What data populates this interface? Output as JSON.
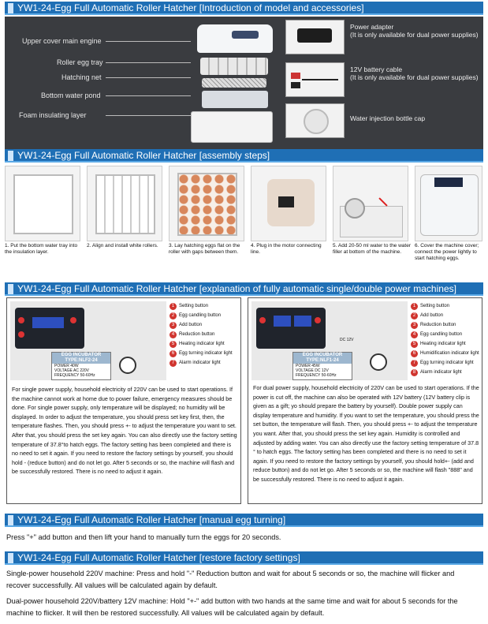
{
  "sections": {
    "intro_title": "YW1-24-Egg Full Automatic Roller Hatcher [Introduction of model and accessories]",
    "steps_title": "YW1-24-Egg Full Automatic Roller Hatcher [assembly steps]",
    "power_title": "YW1-24-Egg Full Automatic Roller Hatcher [explanation of fully automatic single/double power machines]",
    "manual_title": "YW1-24-Egg Full Automatic Roller Hatcher [manual egg turning]",
    "restore_title": "YW1-24-Egg Full Automatic Roller Hatcher [restore factory settings]"
  },
  "intro": {
    "parts": [
      "Upper cover main engine",
      "Roller egg tray",
      "Hatching net",
      "Bottom water pond",
      "Foam insulating layer"
    ],
    "accessories": [
      {
        "line1": "Power adapter",
        "line2": "(It is only available for dual power supplies)"
      },
      {
        "line1": "12V battery cable",
        "line2": "(It is only available for dual power supplies)"
      },
      {
        "line1": "Water injection bottle cap",
        "line2": ""
      }
    ]
  },
  "steps": [
    "1. Put the bottom water tray into the insulation layer.",
    "2. Align and install white rollers.",
    "3. Lay hatching eggs flat on the roller with gaps between them.",
    "4. Plug in the motor connecting line.",
    "5. Add 20-50 ml water to the water filler at bottom of the machine.",
    "6. Cover the machine cover; connect the power lightly to start hatching eggs."
  ],
  "single": {
    "legend": [
      "Setting button",
      "Egg candling button",
      "Add button",
      "Reduction button",
      "Heating indicator light",
      "Egg turning indicator light",
      "Alarm indicator light"
    ],
    "label_title": "EGG INCUBATOR",
    "label_type": "TYPE:NLF2-24",
    "label_power": "POWER        40W",
    "label_voltage": "VOLTAGE   AC 220V",
    "label_freq": "FREQUENCY 50-60Hz",
    "text": "For single power supply, household electricity of 220V can be used to start operations. If the machine cannot work at home due to power failure, emergency measures should be done. For single power supply, only temperature will be displayed; no humidity will be displayed. In order to adjust the temperature, you should press set key first, then, the temperature flashes. Then, you should press +- to adjust the temperature you want to set. After that, you should press the set key again. You can also directly use the factory setting temperature of 37.8°to hatch eggs. The factory setting has been completed and there is no need to set it again. If you need to restore the factory settings by yourself, you should hold - (reduce button) and do not let go. After 5 seconds or so, the machine will flash and be successfully restored. There is no need to adjust it again."
  },
  "dual": {
    "legend": [
      "Setting button",
      "Add button",
      "Reduction button",
      "Egg candling button",
      "Heating indicator light",
      "Humidification indicator light",
      "Egg turning indicator light",
      "Alarm indicator light"
    ],
    "dc_label": "DC 12V",
    "label_title": "EGG INCUBATOR",
    "label_type": "TYPE:NLF1-24",
    "label_power": "POWER        45W",
    "label_voltage": "VOLTAGE   DC 12V",
    "label_freq": "FREQUENCY 50-60Hz",
    "text": "For dual power supply, household electricity of 220V can be used to start operations. If the power is cut off, the machine can also be operated with 12V battery (12V battery clip is given as a gift; yo should prepare the battery by yourself). Double power supply can display temperature and humidity. If you want to set the temperature, you should press the set button, the temperature will flash. Then, you should press +- to adjust the temperature you want. After that, you should press the set key again. Humidity is controlled and adjusted by adding water. You can also directly use the factory setting temperature of 37.8 ° to hatch eggs. The factory setting has been completed and there is no need to set it again. If you need to restore the factory settings by yourself, you should hold+- (add and reduce button) and do not let go. After 5 seconds or so, the machine will flash \"888\" and be successfully restored. There is no need to adjust it again."
  },
  "manual_text": "Press \"+\" add button and then lift your hand to manually turn the eggs for 20 seconds.",
  "restore_single": "Single-power household 220V machine: Press and hold \"-\" Reduction button and wait for about 5 seconds or so, the machine will flicker and recover successfully. All values will be calculated again by default.",
  "restore_dual": "Dual-power household 220V/battery 12V machine: Hold \"+-\" add button with two hands at the same time and wait for about 5 seconds for the machine to flicker. It will then be restored successfully. All values will be calculated again by default."
}
